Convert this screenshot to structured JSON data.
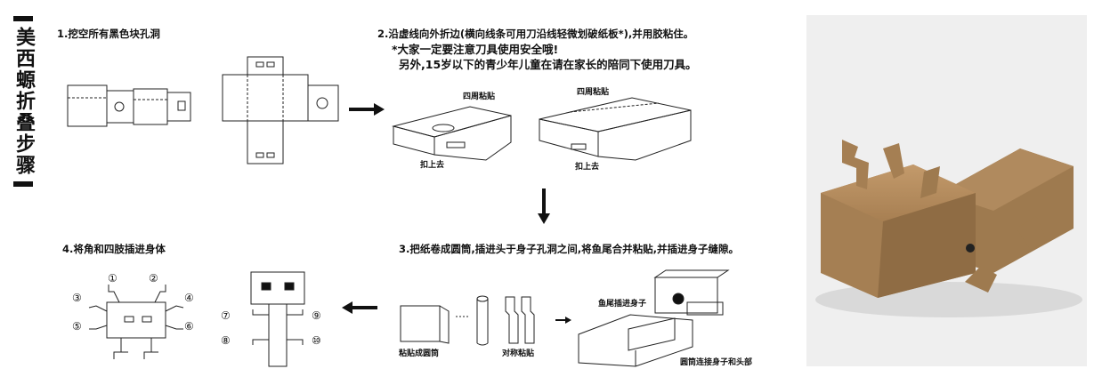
{
  "title": "美西螈折叠步骤",
  "steps": {
    "s1": "1.挖空所有黑色块孔洞",
    "s2": "2.沿虚线向外折边(横向线条可用刀沿线轻微划破纸板*),并用胶粘住。",
    "s2_warn1": "*大家一定要注意刀具使用安全哦!",
    "s2_warn2": "另外,15岁以下的青少年儿童在请在家长的陪同下使用刀具。",
    "s3": "3.把纸卷成圆筒,插进头于身子孔洞之间,将鱼尾合并粘贴,并插进身子缝隙。",
    "s4": "4.将角和四肢插进身体"
  },
  "labels": {
    "four_corner_a": "四周粘贴",
    "four_corner_b": "四周粘贴",
    "tuck_a": "扣上去",
    "tuck_b": "扣上去",
    "roll_tube": "粘贴成圆筒",
    "sym_paste": "对称粘贴",
    "tail_insert": "鱼尾插进身子",
    "tube_connect": "圆筒连接身子和头部"
  },
  "numbers": [
    "①",
    "②",
    "③",
    "④",
    "⑤",
    "⑥",
    "⑦",
    "⑧",
    "⑨",
    "⑩"
  ],
  "colors": {
    "ink": "#111111",
    "cardboard": "#b08a5e",
    "photo_bg": "#efefef"
  },
  "icons": [
    "arrow-right-icon",
    "arrow-down-icon",
    "arrow-left-icon"
  ]
}
